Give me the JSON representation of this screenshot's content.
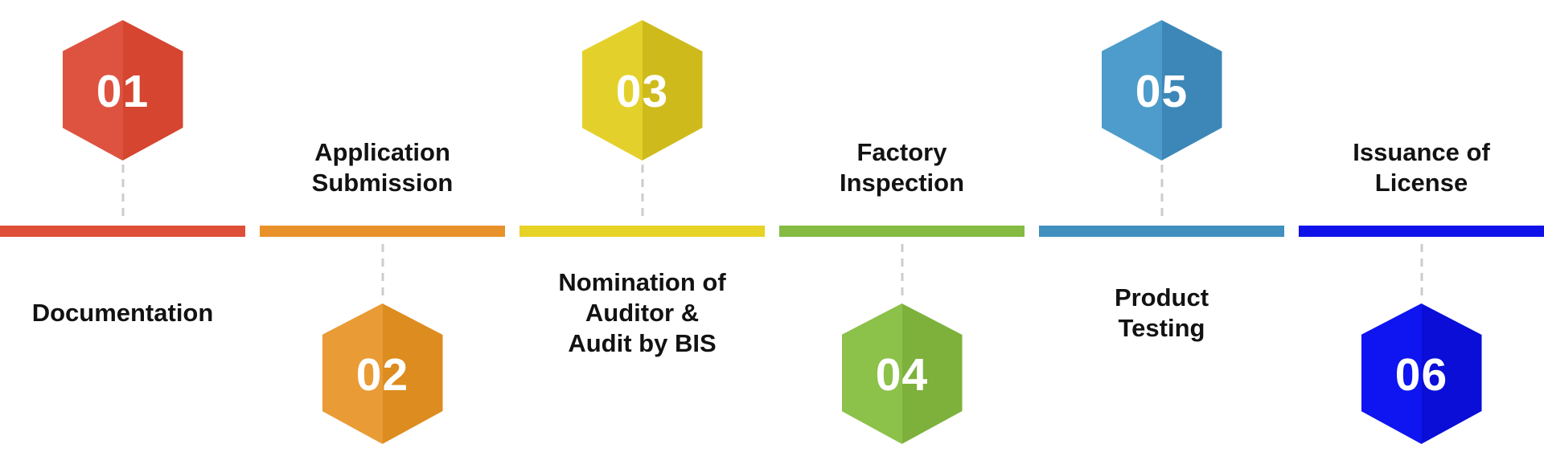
{
  "figure": {
    "background": "#ffffff",
    "number_color": "#ffffff",
    "label_color": "#121212",
    "connector_color": "#cccccc"
  },
  "steps": [
    {
      "number": "01",
      "label": "Documentation",
      "label_lines": [
        "Documentation"
      ],
      "hexagon_position": "top",
      "colors": {
        "left": "#DE5340",
        "right": "#D5452F",
        "bar": "#DF4F37"
      }
    },
    {
      "number": "02",
      "label": "Application Submission",
      "label_lines": [
        "Application",
        "Submission"
      ],
      "hexagon_position": "bottom",
      "colors": {
        "left": "#E99B35",
        "right": "#DD8C1F",
        "bar": "#E8912A"
      }
    },
    {
      "number": "03",
      "label": "Nomination of Auditor & Audit by BIS",
      "label_lines": [
        "Nomination of",
        "Auditor &",
        "Audit by BIS"
      ],
      "hexagon_position": "top",
      "colors": {
        "left": "#E4D02B",
        "right": "#CFBA1C",
        "bar": "#E7D226"
      }
    },
    {
      "number": "04",
      "label": "Factory Inspection",
      "label_lines": [
        "Factory",
        "Inspection"
      ],
      "hexagon_position": "bottom",
      "colors": {
        "left": "#8CC14A",
        "right": "#7DB13C",
        "bar": "#85BB43"
      }
    },
    {
      "number": "05",
      "label": "Product Testing",
      "label_lines": [
        "Product",
        "Testing"
      ],
      "hexagon_position": "top",
      "colors": {
        "left": "#4E9CCB",
        "right": "#3C87B8",
        "bar": "#4190BF"
      }
    },
    {
      "number": "06",
      "label": "Issuance of License",
      "label_lines": [
        "Issuance of",
        "License"
      ],
      "hexagon_position": "bottom",
      "colors": {
        "left": "#0E15F0",
        "right": "#0A0ED6",
        "bar": "#0F11E9"
      }
    }
  ]
}
